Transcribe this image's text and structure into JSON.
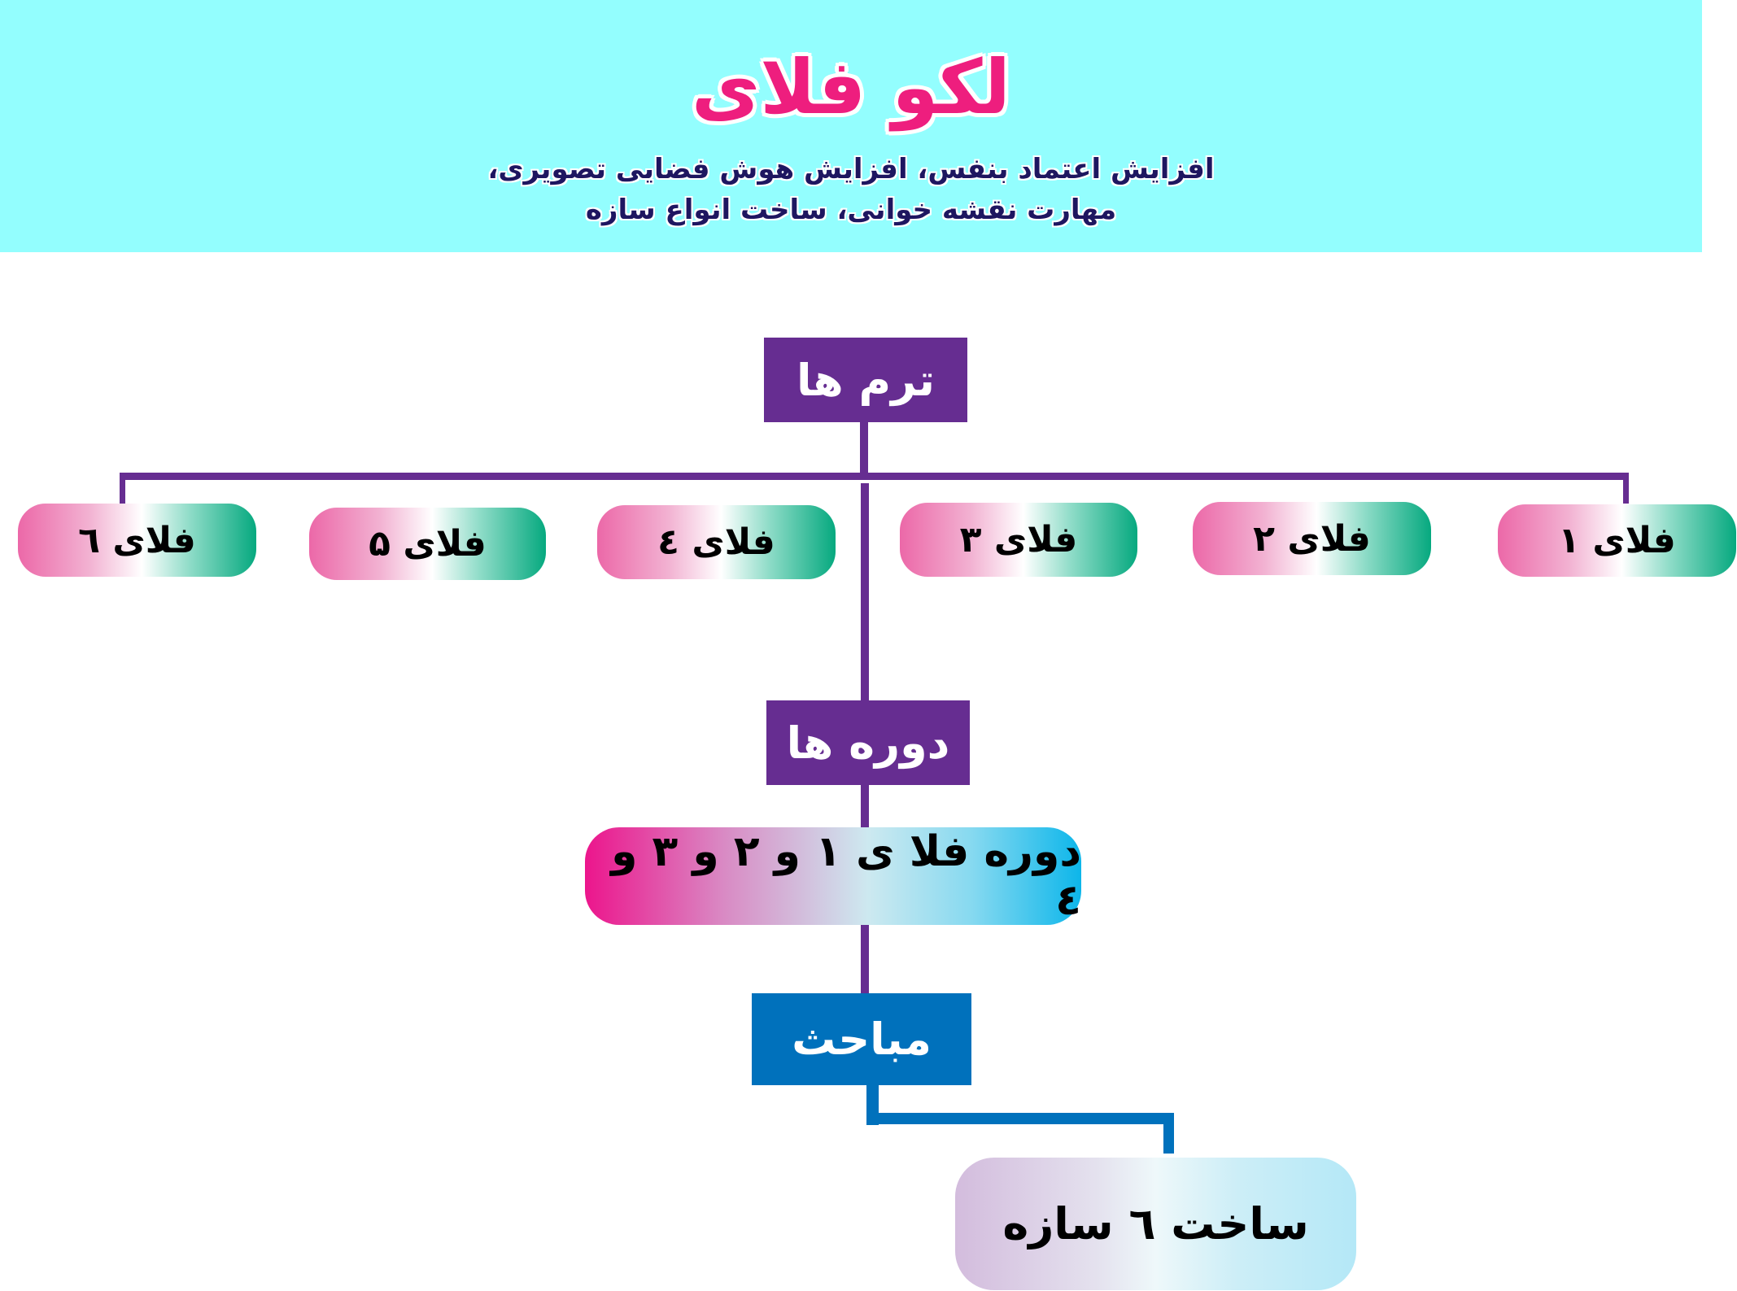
{
  "header": {
    "title": "لکو فلای",
    "subtitle_line1": "افزایش اعتماد بنفس، افزایش هوش فضایی تصویری،",
    "subtitle_line2": "مهارت نقشه خوانی، ساخت انواع سازه"
  },
  "terms": {
    "label": "ترم ها",
    "items": [
      {
        "label": "فلای ۱"
      },
      {
        "label": "فلای ۲"
      },
      {
        "label": "فلای ۳"
      },
      {
        "label": "فلای ٤"
      },
      {
        "label": "فلای ۵"
      },
      {
        "label": "فلای ٦"
      }
    ]
  },
  "courses": {
    "label": "دوره ها",
    "item": "دوره فلا ی ۱ و ۲ و ۳ و ٤"
  },
  "topics": {
    "label": "مباحث",
    "item": "ساخت ٦ سازه"
  },
  "colors": {
    "banner": "#93FEFE",
    "title": "#EE1E7E",
    "subtitle": "#1E1660",
    "purple": "#662D91",
    "blue": "#0071BC",
    "pill_left": "#EC68A8",
    "pill_right": "#06A97F",
    "course_left": "#EC158C",
    "course_right": "#0DB6EA"
  }
}
